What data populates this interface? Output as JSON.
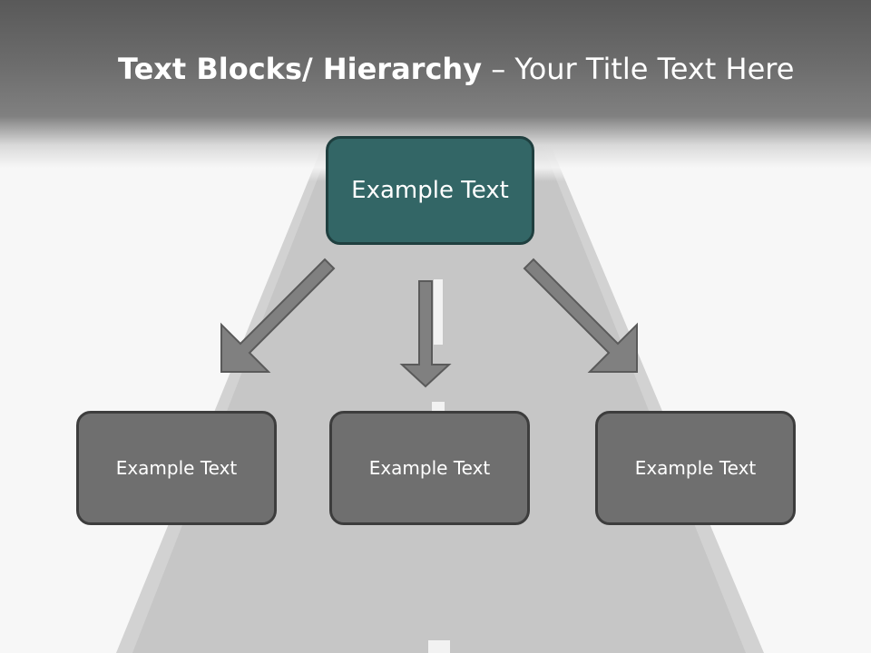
{
  "slide": {
    "title_bold": "Text Blocks/ Hierarchy",
    "title_rest": " – Your Title Text Here"
  },
  "hierarchy": {
    "root": {
      "label": "Example Text"
    },
    "children": [
      {
        "label": "Example Text"
      },
      {
        "label": "Example Text"
      },
      {
        "label": "Example Text"
      }
    ]
  },
  "colors": {
    "root_fill": "#336666",
    "child_fill": "#6f6f6f",
    "arrow_fill": "#808080",
    "header": "#6c6c6c"
  }
}
